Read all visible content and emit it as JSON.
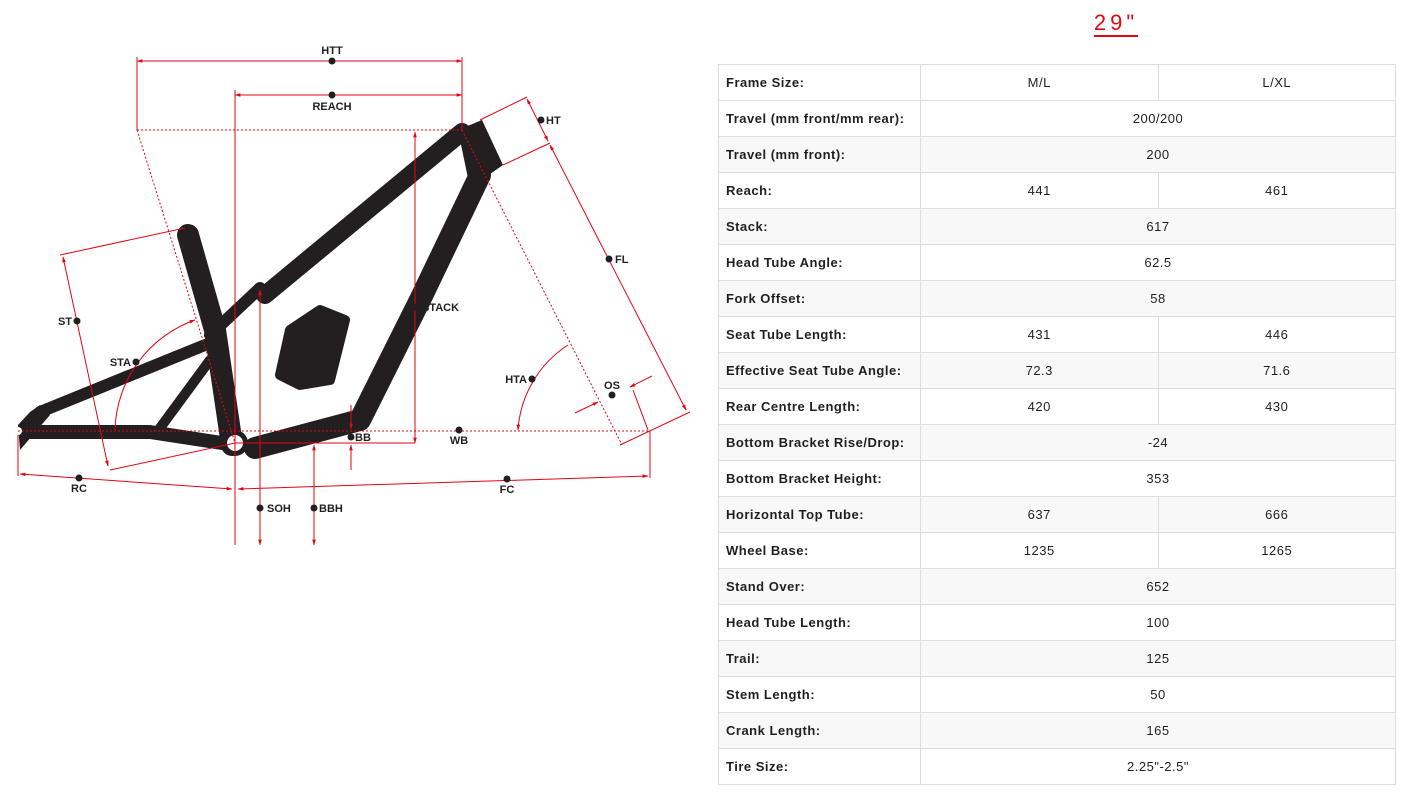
{
  "title": "29\"",
  "diagram_labels": {
    "htt": "HTT",
    "reach": "REACH",
    "ht": "HT",
    "fl": "FL",
    "stack": "STACK",
    "st": "ST",
    "sta": "STA",
    "hta": "HTA",
    "os": "OS",
    "bb": "BB",
    "wb": "WB",
    "rc": "RC",
    "fc": "FC",
    "soh": "SOH",
    "bbh": "BBH"
  },
  "colors": {
    "accent": "#e30613",
    "frame": "#231f20"
  },
  "table": {
    "header": {
      "label": "Frame Size:",
      "sizes": [
        "M/L",
        "L/XL"
      ]
    },
    "rows": [
      {
        "label": "Travel (mm front/mm rear):",
        "values": [
          "200/200"
        ]
      },
      {
        "label": "Travel (mm front):",
        "values": [
          "200"
        ]
      },
      {
        "label": "Reach:",
        "values": [
          "441",
          "461"
        ]
      },
      {
        "label": "Stack:",
        "values": [
          "617"
        ]
      },
      {
        "label": "Head Tube Angle:",
        "values": [
          "62.5"
        ]
      },
      {
        "label": "Fork Offset:",
        "values": [
          "58"
        ]
      },
      {
        "label": "Seat Tube Length:",
        "values": [
          "431",
          "446"
        ]
      },
      {
        "label": "Effective Seat Tube Angle:",
        "values": [
          "72.3",
          "71.6"
        ]
      },
      {
        "label": "Rear Centre Length:",
        "values": [
          "420",
          "430"
        ]
      },
      {
        "label": "Bottom Bracket Rise/Drop:",
        "values": [
          "-24"
        ]
      },
      {
        "label": "Bottom Bracket Height:",
        "values": [
          "353"
        ]
      },
      {
        "label": "Horizontal Top Tube:",
        "values": [
          "637",
          "666"
        ]
      },
      {
        "label": "Wheel Base:",
        "values": [
          "1235",
          "1265"
        ]
      },
      {
        "label": "Stand Over:",
        "values": [
          "652"
        ]
      },
      {
        "label": "Head Tube Length:",
        "values": [
          "100"
        ]
      },
      {
        "label": "Trail:",
        "values": [
          "125"
        ]
      },
      {
        "label": "Stem Length:",
        "values": [
          "50"
        ]
      },
      {
        "label": "Crank Length:",
        "values": [
          "165"
        ]
      },
      {
        "label": "Tire Size:",
        "values": [
          "2.25\"-2.5\""
        ]
      }
    ]
  }
}
